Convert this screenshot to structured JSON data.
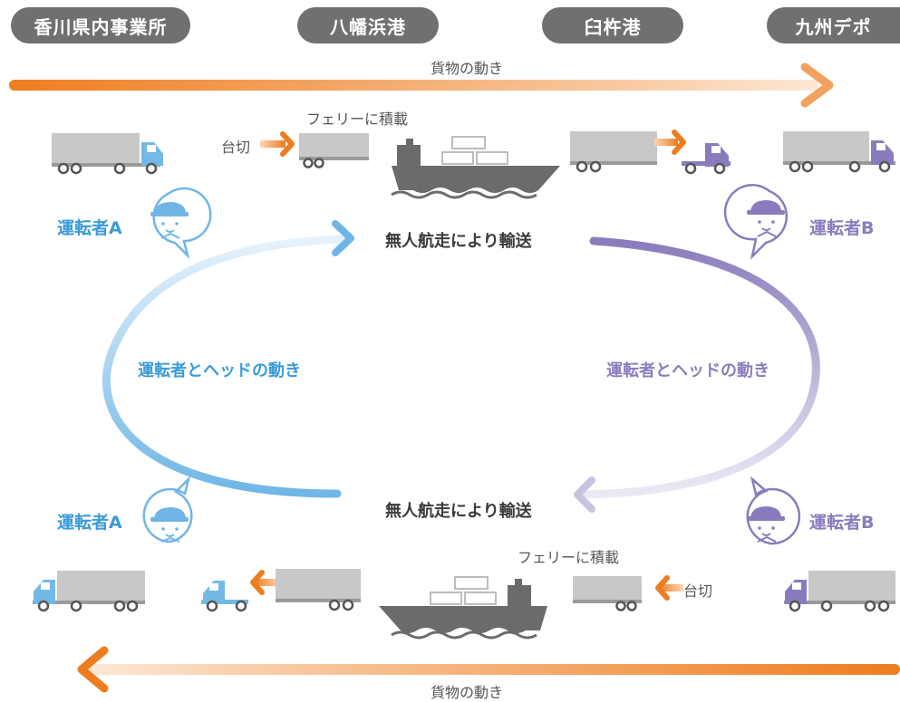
{
  "locations": [
    "香川県内事業所",
    "八幡浜港",
    "臼杵港",
    "九州デポ"
  ],
  "cargo_flow_top": "貨物の動き",
  "cargo_flow_bottom": "貨物の動き",
  "ferry_top": "フェリーに積載",
  "ferry_bottom": "フェリーに積載",
  "detach_top": "台切",
  "detach_bottom": "台切",
  "driver_a": "運転者A",
  "driver_b": "運転者B",
  "unmanned_top": "無人航走により輸送",
  "unmanned_bottom": "無人航走により輸送",
  "loop_left": "運転者とヘッドの動き",
  "loop_right": "運転者とヘッドの動き",
  "colors": {
    "orange": "#ee7d1f",
    "blue": "#3a9bd8",
    "purple": "#8a7cbc",
    "gray": "#707070",
    "trailer": "#c8c8c8"
  },
  "icons": [
    "truck-icon",
    "trailer-icon",
    "tractor-head-icon",
    "ship-icon",
    "driver-icon",
    "arrow-icon"
  ]
}
